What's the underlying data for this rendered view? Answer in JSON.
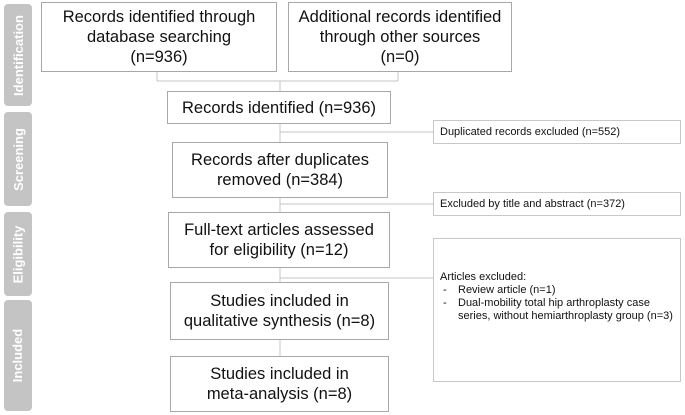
{
  "stages": [
    {
      "label": "Identification"
    },
    {
      "label": "Screening"
    },
    {
      "label": "Eligibility"
    },
    {
      "label": "Included"
    }
  ],
  "boxes": {
    "database": "Records identified through\ndatabase searching\n(n=936)",
    "other_sources": "Additional records identified\nthrough other sources\n(n=0)",
    "identified": "Records identified (n=936)",
    "after_duplicates": "Records after duplicates\nremoved (n=384)",
    "fulltext": "Full-text articles assessed\nfor eligibility (n=12)",
    "qualitative": "Studies included in\nqualitative synthesis (n=8)",
    "meta": "Studies included in\nmeta-analysis (n=8)"
  },
  "exclusions": {
    "duplicates": "Duplicated records excluded (n=552)",
    "title_abstract": "Excluded by title and abstract (n=372)",
    "articles_title": "Articles excluded:",
    "articles_items": [
      "Review article (n=1)",
      "Dual-mobility total hip arthroplasty case series, without hemiarthroplasty group (n=3)"
    ]
  }
}
